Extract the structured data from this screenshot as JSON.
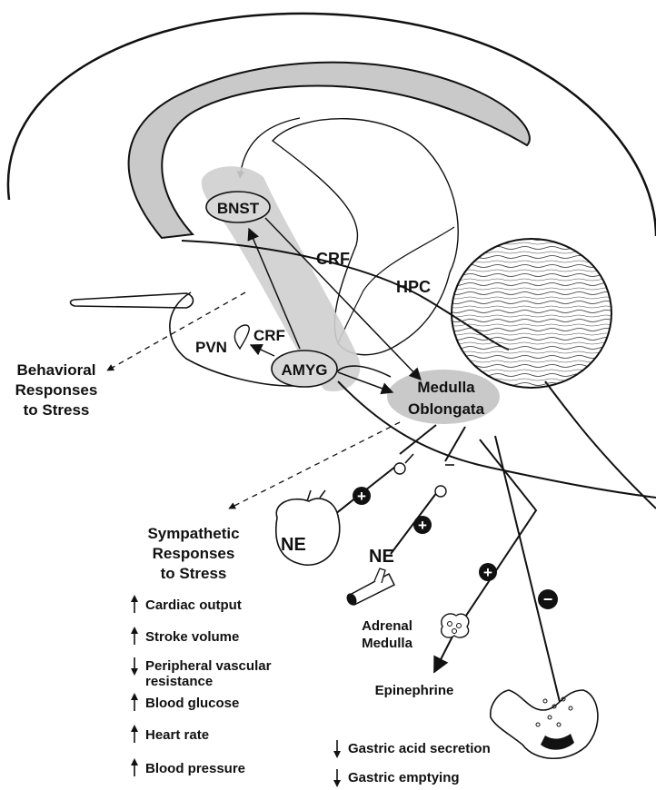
{
  "labels": {
    "bnst": "BNST",
    "crf_upper": "CRF",
    "hpc": "HPC",
    "pvn": "PVN",
    "crf_lower": "CRF",
    "amyg": "AMYG",
    "medulla_line1": "Medulla",
    "medulla_line2": "Oblongata",
    "ne_heart": "NE",
    "ne_vessel": "NE",
    "adrenal_line1": "Adrenal",
    "adrenal_line2": "Medulla",
    "epinephrine": "Epinephrine"
  },
  "behavioral": {
    "line1": "Behavioral",
    "line2": "Responses",
    "line3": "to Stress"
  },
  "sympathetic": {
    "line1": "Sympathetic",
    "line2": "Responses",
    "line3": "to Stress",
    "items": [
      {
        "direction": "up",
        "text": "Cardiac output"
      },
      {
        "direction": "up",
        "text": "Stroke volume"
      },
      {
        "direction": "down",
        "text": "Peripheral vascular",
        "text2": "resistance"
      },
      {
        "direction": "up",
        "text": "Blood glucose"
      },
      {
        "direction": "up",
        "text": "Heart rate"
      },
      {
        "direction": "up",
        "text": "Blood pressure"
      }
    ]
  },
  "gastric": {
    "items": [
      {
        "direction": "down",
        "text": "Gastric acid secretion"
      },
      {
        "direction": "down",
        "text": "Gastric emptying"
      }
    ]
  },
  "signs": {
    "heart": "+",
    "vessel": "+",
    "adrenal": "+",
    "stomach": "−"
  }
}
